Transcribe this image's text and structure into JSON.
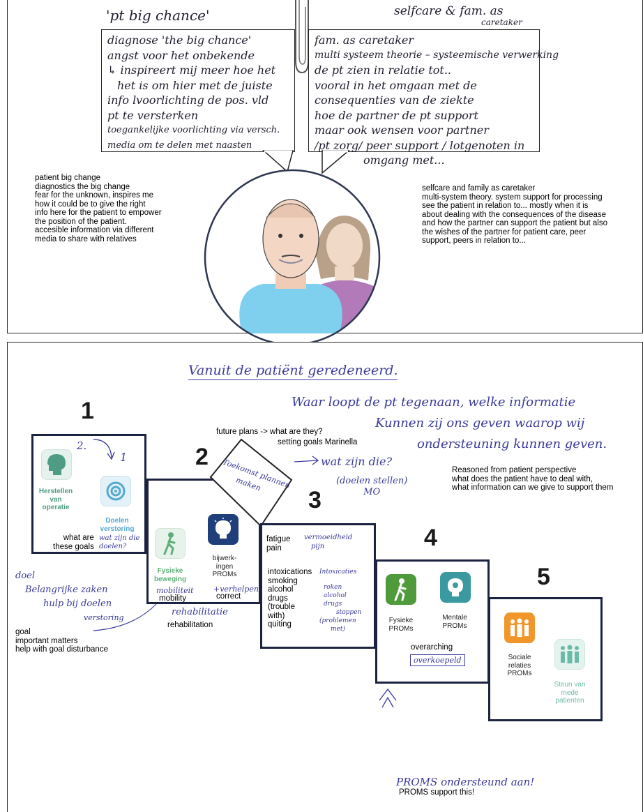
{
  "top": {
    "left_heading": "'pt big chance'",
    "right_heading_line1": "selfcare & fam. as",
    "right_heading_line2": "caretaker",
    "left_bubble_lines": [
      "diagnose 'the big chance'",
      "angst voor het onbekende",
      "↳ inspireert mij meer hoe het",
      "het is om hier met de juiste",
      "info lvoorlichting de pos. vld",
      "pt te versterken",
      "toegankelijke voorlichting via versch.",
      "media om te delen met naasten"
    ],
    "right_bubble_lines": [
      "fam. as caretaker",
      "multi systeem theorie – systeemische verwerking",
      "de pt zien in relatie tot..",
      "vooral in het omgaan met de",
      "consequenties van de ziekte",
      "hoe de partner de pt support",
      "maar ook wensen voor partner",
      "/pt zorg/ peer support / lotgenoten in",
      "omgang met..."
    ],
    "left_translation": [
      "patient big change",
      "diagnostics the big change",
      "fear for the unknown, inspires me",
      "how it could be to give the right",
      "info here for the patient to empower",
      "the position of the patient.",
      "accesible information via different",
      "media to share with relatives"
    ],
    "right_translation": [
      "selfcare and family as caretaker",
      "multi-system theory. system support for processing",
      "see the patient in relation to... mostly when it is",
      "about dealing with the consequences of the disease",
      "and how the partner can support the patient but also",
      "the wishes of the partner for patient care, peer",
      "support, peers in relation to..."
    ]
  },
  "bottom": {
    "handwritten_heading": "Vanuit de patiënt geredeneerd.",
    "handwritten_question_lines": [
      "Waar loopt de pt tegenaan, welke informatie",
      "Kunnen zij ons geven waarop wij",
      "ondersteuning kunnen geven."
    ],
    "question_translation": [
      "Reasoned from patient perspective",
      "what does the patient have to deal with,",
      "what information can we give to support them"
    ],
    "future_plans_label": "future plans -> what are they?",
    "setting_goals_label": "setting goals Marinella",
    "diamond_text_lines": [
      "Toekomst plannen",
      "maken"
    ],
    "diamond_hand_note": "wat zijn die?",
    "diamond_hand_note2_lines": [
      "(doelen stellen)",
      "MO"
    ],
    "steps": [
      {
        "number": "1",
        "icons": [
          {
            "label_lines": [
              "Herstellen",
              "van",
              "operatie"
            ],
            "color": "#5fae9a"
          },
          {
            "label_lines": [
              "Doelen",
              "verstoring"
            ],
            "color": "#55a9cf"
          }
        ],
        "hand_annotation": "2.",
        "hand_annotation2": "1",
        "typed_lines": [
          "what are",
          "these goals"
        ],
        "hand_note": "wat zijn die doelen?"
      },
      {
        "number": "2",
        "icons": [
          {
            "label_lines": [
              "Fysieke",
              "beweging"
            ],
            "color": "#5fae7a"
          },
          {
            "label_lines": [
              "bijwerk-",
              "ingen",
              "PROMs"
            ],
            "color": "#1f3f7a"
          }
        ],
        "typed_lines": [
          "mobility"
        ],
        "typed_lines2": [
          "correct"
        ],
        "hand_note": "mobiliteit",
        "hand_note2": "+verhelpen",
        "hand_note3": "rehabilitatie",
        "typed_lines3": [
          "rehabilitation"
        ]
      },
      {
        "number": "3",
        "typed_lines": [
          "fatigue",
          "pain"
        ],
        "hand_note_lines": [
          "vermoeidheid",
          "pijn"
        ],
        "typed_lines2": [
          "intoxications",
          "smoking",
          "alcohol",
          "drugs",
          "(trouble",
          "with)",
          "quiting"
        ],
        "hand_note_lines2": [
          "Intoxicaties",
          "roken",
          "alcohol",
          "drugs",
          "stoppen",
          "(problemen",
          "met)"
        ]
      },
      {
        "number": "4",
        "icons": [
          {
            "label_lines": [
              "Fysieke",
              "PROMs"
            ],
            "color": "#4f9a3a"
          },
          {
            "label_lines": [
              "Mentale",
              "PROMs"
            ],
            "color": "#3a9aa0"
          }
        ],
        "typed_lines": [
          "overarching"
        ],
        "hand_note": "overkoepeld"
      },
      {
        "number": "5",
        "icons": [
          {
            "label_lines": [
              "Sociale",
              "relaties",
              "PROMs"
            ],
            "color": "#f0962a"
          },
          {
            "label_lines": [
              "Steun van",
              "mede",
              "patienten"
            ],
            "color": "#6bbaa8"
          }
        ]
      }
    ],
    "goal_hand_lines": [
      "doel",
      "Belangrijke zaken",
      "hulp bij doelen",
      "verstoring"
    ],
    "goal_translation": [
      "goal",
      "important matters",
      "help with goal disturbance"
    ],
    "proms_hand": "PROMS ondersteund aan!",
    "proms_translation": "PROMS support this!"
  }
}
